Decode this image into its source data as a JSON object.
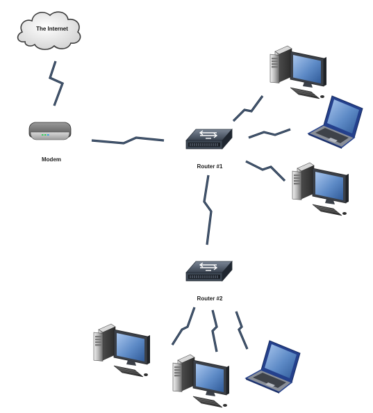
{
  "nodes": {
    "internet": {
      "label": "The Internet",
      "icon": "cloud-icon"
    },
    "modem": {
      "label": "Modem",
      "icon": "modem-icon"
    },
    "router1": {
      "label": "Router #1",
      "icon": "router-icon"
    },
    "router2": {
      "label": "Router #2",
      "icon": "router-icon"
    },
    "desktop_r1_top": {
      "label": "",
      "icon": "desktop-computer-icon"
    },
    "laptop_r1": {
      "label": "",
      "icon": "laptop-icon"
    },
    "desktop_r1_bottom": {
      "label": "",
      "icon": "desktop-computer-icon"
    },
    "desktop_r2_left": {
      "label": "",
      "icon": "desktop-computer-icon"
    },
    "desktop_r2_middle": {
      "label": "",
      "icon": "desktop-computer-icon"
    },
    "laptop_r2": {
      "label": "",
      "icon": "laptop-icon"
    }
  },
  "links": [
    {
      "from": "The Internet",
      "to": "Modem"
    },
    {
      "from": "Modem",
      "to": "Router #1"
    },
    {
      "from": "Router #1",
      "to": "desktop_r1_top"
    },
    {
      "from": "Router #1",
      "to": "laptop_r1"
    },
    {
      "from": "Router #1",
      "to": "desktop_r1_bottom"
    },
    {
      "from": "Router #1",
      "to": "Router #2"
    },
    {
      "from": "Router #2",
      "to": "desktop_r2_left"
    },
    {
      "from": "Router #2",
      "to": "desktop_r2_middle"
    },
    {
      "from": "Router #2",
      "to": "laptop_r2"
    }
  ],
  "link_style": "lightning-bolt",
  "colors": {
    "link": "#4a5e78",
    "link_shade": "#24344a",
    "monitor_frame": "#3a3f47",
    "screen": "#5d8ac6",
    "laptop_frame": "#24408c",
    "cloud": "#e6e6e6",
    "device_body": "#6b6b6b"
  }
}
